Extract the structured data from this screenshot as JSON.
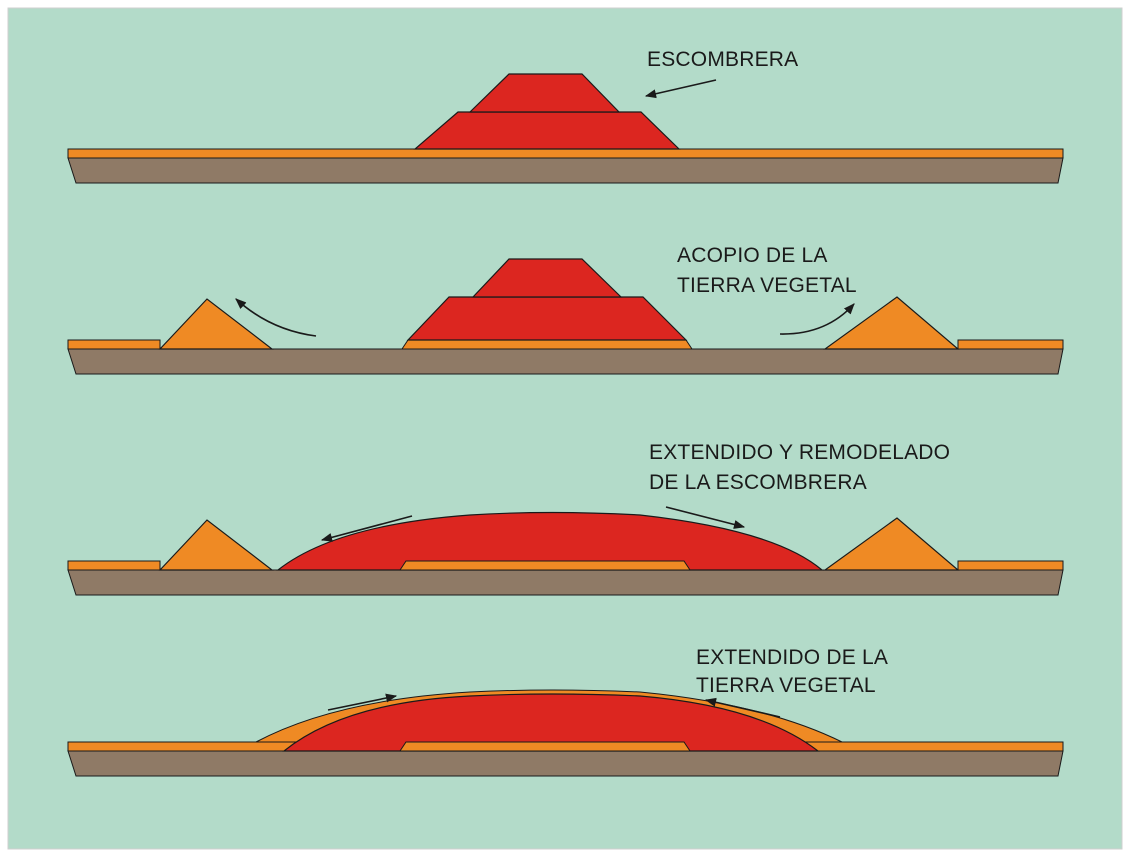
{
  "colors": {
    "background": "#b3dbc9",
    "ground": "#8f7a66",
    "topsoil": "#ef8a24",
    "spoil": "#dc2620",
    "outline": "#1a1a1a"
  },
  "panels": [
    {
      "id": "escombrera",
      "label_lines": [
        "ESCOMBRERA"
      ]
    },
    {
      "id": "acopio",
      "label_lines": [
        "ACOPIO DE LA",
        "TIERRA VEGETAL"
      ]
    },
    {
      "id": "remodelado",
      "label_lines": [
        "EXTENDIDO Y REMODELADO",
        "DE LA ESCOMBRERA"
      ]
    },
    {
      "id": "extendido",
      "label_lines": [
        "EXTENDIDO DE LA",
        "TIERRA VEGETAL"
      ]
    }
  ]
}
